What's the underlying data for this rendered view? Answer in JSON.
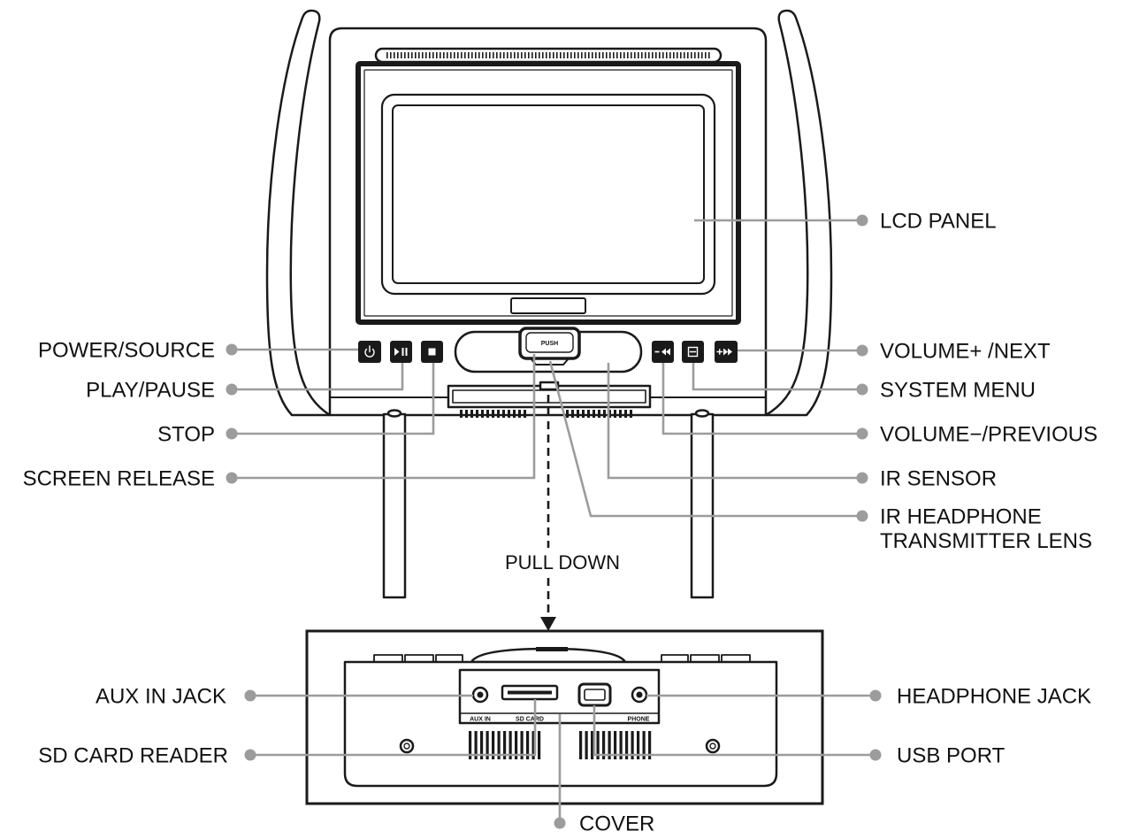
{
  "labels": {
    "lcd_panel": "LCD PANEL",
    "power_source": "POWER/SOURCE",
    "play_pause": "PLAY/PAUSE",
    "stop": "STOP",
    "screen_release": "SCREEN RELEASE",
    "volume_up_next": "VOLUME+ /NEXT",
    "system_menu": "SYSTEM MENU",
    "volume_down_previous": "VOLUME−/PREVIOUS",
    "ir_sensor": "IR SENSOR",
    "ir_headphone_transmitter_lens": [
      "IR HEADPHONE",
      "TRANSMITTER LENS"
    ],
    "pull_down": "PULL DOWN",
    "aux_in_jack": "AUX IN JACK",
    "sd_card_reader": "SD CARD READER",
    "headphone_jack": "HEADPHONE JACK",
    "usb_port": "USB PORT",
    "cover": "COVER"
  },
  "device_markings": {
    "screen_release_button": "PUSH",
    "port_aux": "AUX IN",
    "port_sd": "SD CARD",
    "port_phone": "PHONE"
  },
  "control_buttons": {
    "left": [
      {
        "icon": "power-source-icon"
      },
      {
        "icon": "play-pause-icon"
      },
      {
        "icon": "stop-icon"
      }
    ],
    "right": [
      {
        "icon": "volume-down-previous-icon"
      },
      {
        "icon": "system-menu-icon"
      },
      {
        "icon": "volume-up-next-icon"
      }
    ]
  },
  "colors": {
    "outline": "#1a1a1a",
    "leader": "#9c9c9c",
    "text": "#111111",
    "background": "#ffffff"
  }
}
